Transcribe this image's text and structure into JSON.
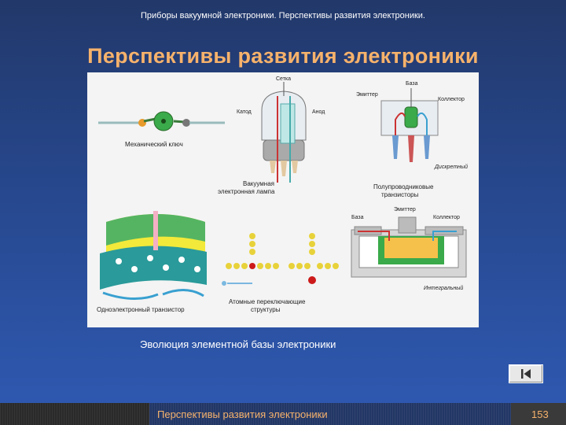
{
  "header": {
    "caption": "Приборы вакуумной электроники. Перспективы развития электроники."
  },
  "slide": {
    "title": "Перспективы развития электроники"
  },
  "figure": {
    "labels": {
      "mech_key": "Механический ключ",
      "grid": "Сетка",
      "cathode": "Катод",
      "anode": "Анод",
      "vacuum_lamp_1": "Вакуумная",
      "vacuum_lamp_2": "электронная лампа",
      "emitter": "Эмиттер",
      "base": "База",
      "collector": "Коллектор",
      "discrete": "Дискретный",
      "semi_1": "Полупроводниковые",
      "semi_2": "транзисторы",
      "base2": "База",
      "emitter2": "Эмиттер",
      "collector2": "Коллектор",
      "integrated": "Интегральный",
      "single_electron": "Одноэлектронный  транзистор",
      "atomic_1": "Атомные переключающие",
      "atomic_2": "структуры"
    },
    "caption": "Эволюция элементной базы электроники"
  },
  "navigation": {
    "first_icon": "skip-to-first-icon"
  },
  "footer": {
    "title": "Перспективы развития электроники",
    "page_number": "153"
  },
  "colors": {
    "title": "#f6b26b",
    "background": "#2a4a8e"
  }
}
